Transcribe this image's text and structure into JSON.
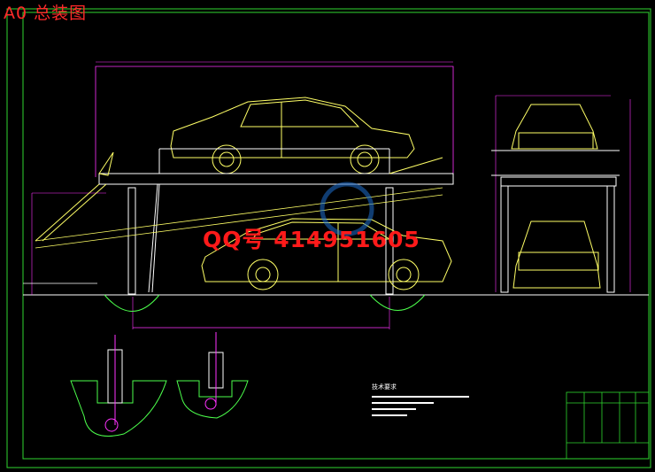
{
  "sheet": {
    "title": "A0 总装图",
    "title_color": "#ff2a2a",
    "frame_color": "#2fd62f",
    "background_color": "#000000"
  },
  "watermark": {
    "text": "QQ号 414951605",
    "color": "#ff1a1a",
    "logo_color": "#1e6fd0"
  },
  "colors": {
    "car_outline": "#ffff66",
    "dimension": "#ff33ff",
    "structure": "#ffffff",
    "ground": "#ffffff",
    "foundation": "#4cff4c"
  },
  "notes": {
    "heading": "技术要求"
  },
  "views": [
    {
      "name": "front-elevation"
    },
    {
      "name": "side-elevation"
    },
    {
      "name": "anchor-detail-a"
    },
    {
      "name": "anchor-detail-b"
    },
    {
      "name": "title-block"
    }
  ]
}
